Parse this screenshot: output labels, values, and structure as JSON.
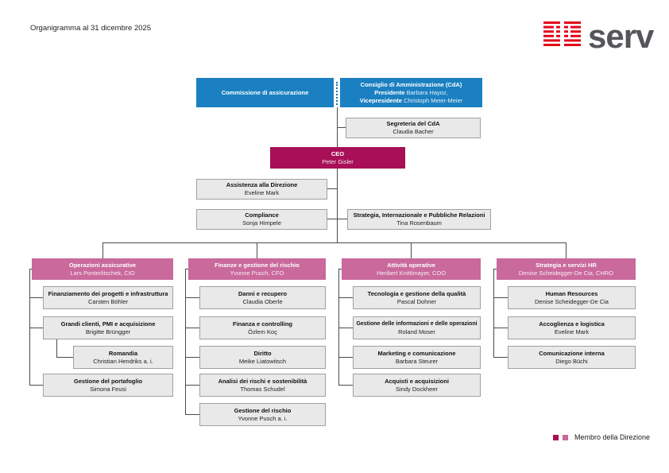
{
  "header": {
    "title": "Organigramma al 31 dicembre 2025",
    "logo_text": "serv"
  },
  "colors": {
    "board_blue": "#1b80c1",
    "ceo_magenta": "#a80f57",
    "division_pink": "#c9699c",
    "unit_gray": "#e9e9e9",
    "logo_red": "#e2061a",
    "logo_gray": "#55565a"
  },
  "board": {
    "commission": {
      "title": "Commissione di assicurazione"
    },
    "cda": {
      "title": "Consiglio di Amministrazione (CdA)",
      "president_label": "Presidente",
      "president_name": "Barbara Hayoz,",
      "vice_label": "Vicepresidente",
      "vice_name": "Christoph Meier-Meier"
    },
    "secretariat": {
      "title": "Segreteria del CdA",
      "name": "Claudia Bacher"
    }
  },
  "ceo": {
    "title": "CEO",
    "name": "Peter Gisler"
  },
  "staff": {
    "assistance": {
      "title": "Assistenza alla Direzione",
      "name": "Eveline Mark"
    },
    "compliance": {
      "title": "Compliance",
      "name": "Sonja Himpele"
    },
    "strategy": {
      "title": "Strategia, Internazionale e Pubbliche Relazioni",
      "name": "Tina Rosenbaum"
    }
  },
  "divisions": [
    {
      "title": "Operazioni assicurative",
      "head": "Lars Ponterlitschek, CIO",
      "units": [
        {
          "title": "Finanziamento dei progetti e infrastruttura",
          "name": "Carsten Böhler"
        },
        {
          "title": "Grandi clienti, PMI e acquisizione",
          "name": "Brigitte Brüngger"
        },
        {
          "title": "Romandia",
          "name": "Christian Hendriks a. i."
        },
        {
          "title": "Gestione del portafoglio",
          "name": "Simona Feusi"
        }
      ]
    },
    {
      "title": "Finanze e gestione del rischio",
      "head": "Yvonne Pusch, CFO",
      "units": [
        {
          "title": "Danni e recupero",
          "name": "Claudia Oberle"
        },
        {
          "title": "Finanza e controlling",
          "name": "Özlem Koç"
        },
        {
          "title": "Diritto",
          "name": "Meike Liatowitsch"
        },
        {
          "title": "Analisi dei rischi e sostenibilità",
          "name": "Thomas Schudel"
        },
        {
          "title": "Gestione del rischio",
          "name": "Yvonne Pusch a. i."
        }
      ]
    },
    {
      "title": "Attività operative",
      "head": "Heribert Knittlmayer, COO",
      "units": [
        {
          "title": "Tecnologia e gestione della qualità",
          "name": "Pascal Dohner"
        },
        {
          "title": "Gestione delle informazioni e delle operazioni",
          "name": "Roland Moser"
        },
        {
          "title": "Marketing e comunicazione",
          "name": "Barbara Steurer"
        },
        {
          "title": "Acquisti e acquisizioni",
          "name": "Sindy Dockheer"
        }
      ]
    },
    {
      "title": "Strategia e servizi HR",
      "head": "Denise Scheidegger-De Cia, CHRO",
      "units": [
        {
          "title": "Human Resources",
          "name": "Denise Scheidegger-De Cia"
        },
        {
          "title": "Accoglienza e logistica",
          "name": "Eveline Mark"
        },
        {
          "title": "Comunicazione interna",
          "name": "Diego Büchi"
        }
      ]
    }
  ],
  "legend": {
    "label": "Membro della Direzione"
  }
}
